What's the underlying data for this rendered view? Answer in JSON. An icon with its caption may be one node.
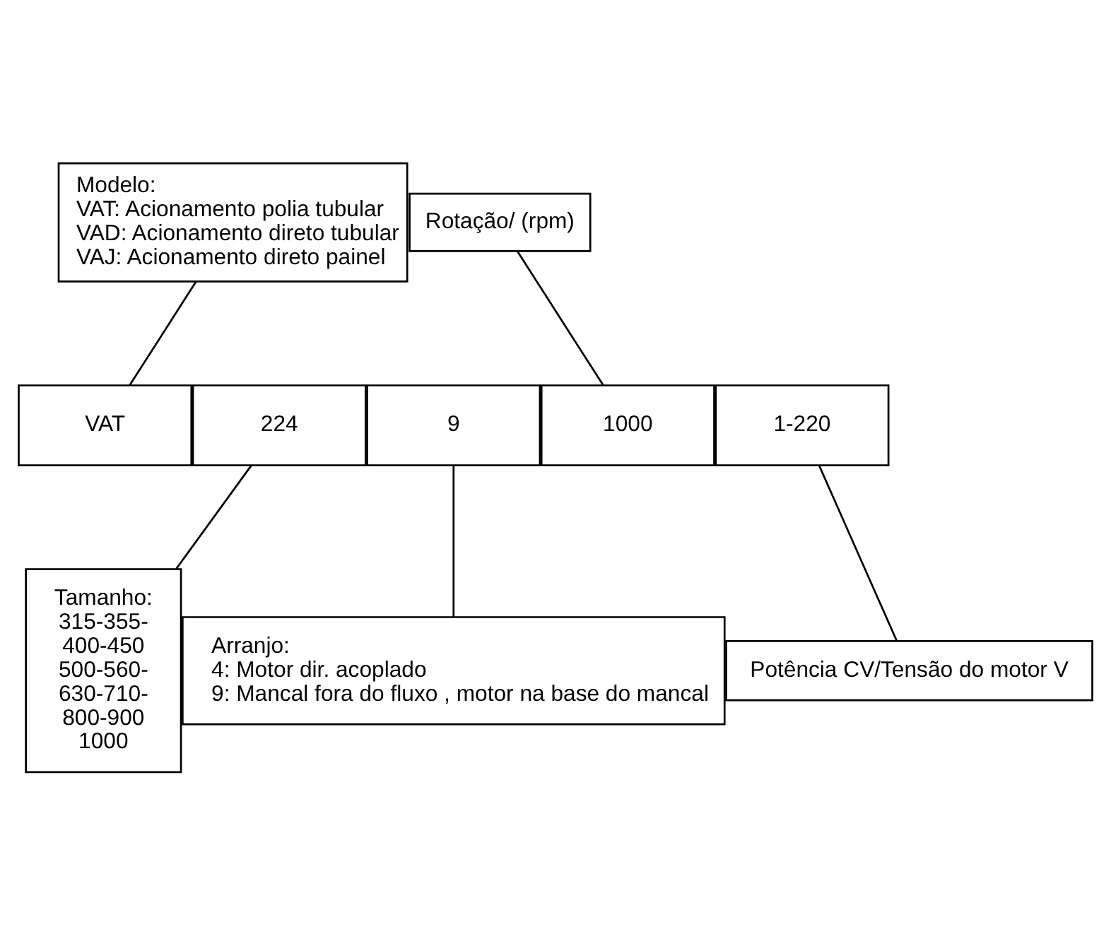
{
  "diagram": {
    "nodes": [
      {
        "text": [
          "Modelo:",
          "VAT: Acionamento polia tubular",
          "VAD: Acionamento direto tubular",
          "VAJ: Acionamento direto painel"
        ]
      },
      {
        "text": [
          "Rotação/ (rpm)"
        ]
      },
      {
        "text": [
          "VAT"
        ]
      },
      {
        "text": [
          "224"
        ]
      },
      {
        "text": [
          "9"
        ]
      },
      {
        "text": [
          "1000"
        ]
      },
      {
        "text": [
          "1-220"
        ]
      },
      {
        "text": [
          "Tamanho:",
          "315-355-",
          "400-450",
          "500-560-",
          "630-710-",
          "800-900",
          "1000"
        ]
      },
      {
        "text": [
          "Arranjo:",
          "4: Motor dir. acoplado",
          "9: Mancal fora do fluxo , motor na base do mancal"
        ]
      },
      {
        "text": [
          "Potência CV/Tensão do motor V"
        ]
      }
    ],
    "edges": [
      {
        "from": 0,
        "to": 2,
        "arrow": "none"
      },
      {
        "from": 1,
        "to": 5,
        "arrow": "none"
      },
      {
        "from": 3,
        "to": 7,
        "arrow": "none"
      },
      {
        "from": 4,
        "to": 8,
        "arrow": "none"
      },
      {
        "from": 6,
        "to": 9,
        "arrow": "none"
      }
    ]
  }
}
